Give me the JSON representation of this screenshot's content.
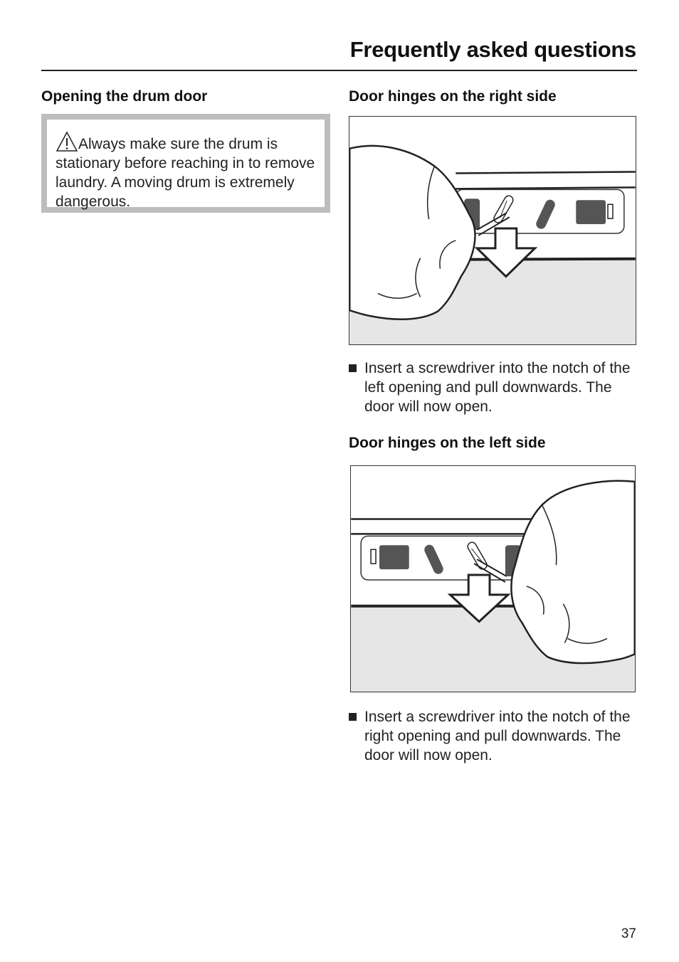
{
  "header": {
    "title": "Frequently asked questions"
  },
  "left_column": {
    "heading": "Opening the drum door",
    "warning": {
      "icon": "warning-triangle-icon",
      "text": "Always make sure the drum is stationary before reaching in to remove laundry. A moving drum is extremely dangerous."
    }
  },
  "right_column": {
    "sections": [
      {
        "heading": "Door hinges on the right side",
        "illustration": "hand-screwdriver-left-notch",
        "instruction": "Insert a screwdriver into the notch of the left opening and pull downwards. The door will now open."
      },
      {
        "heading": "Door hinges on the left side",
        "illustration": "hand-screwdriver-right-notch",
        "instruction": "Insert a screwdriver into the notch of the right opening and pull downwards. The door will now open."
      }
    ]
  },
  "footer": {
    "page_number": "37"
  }
}
